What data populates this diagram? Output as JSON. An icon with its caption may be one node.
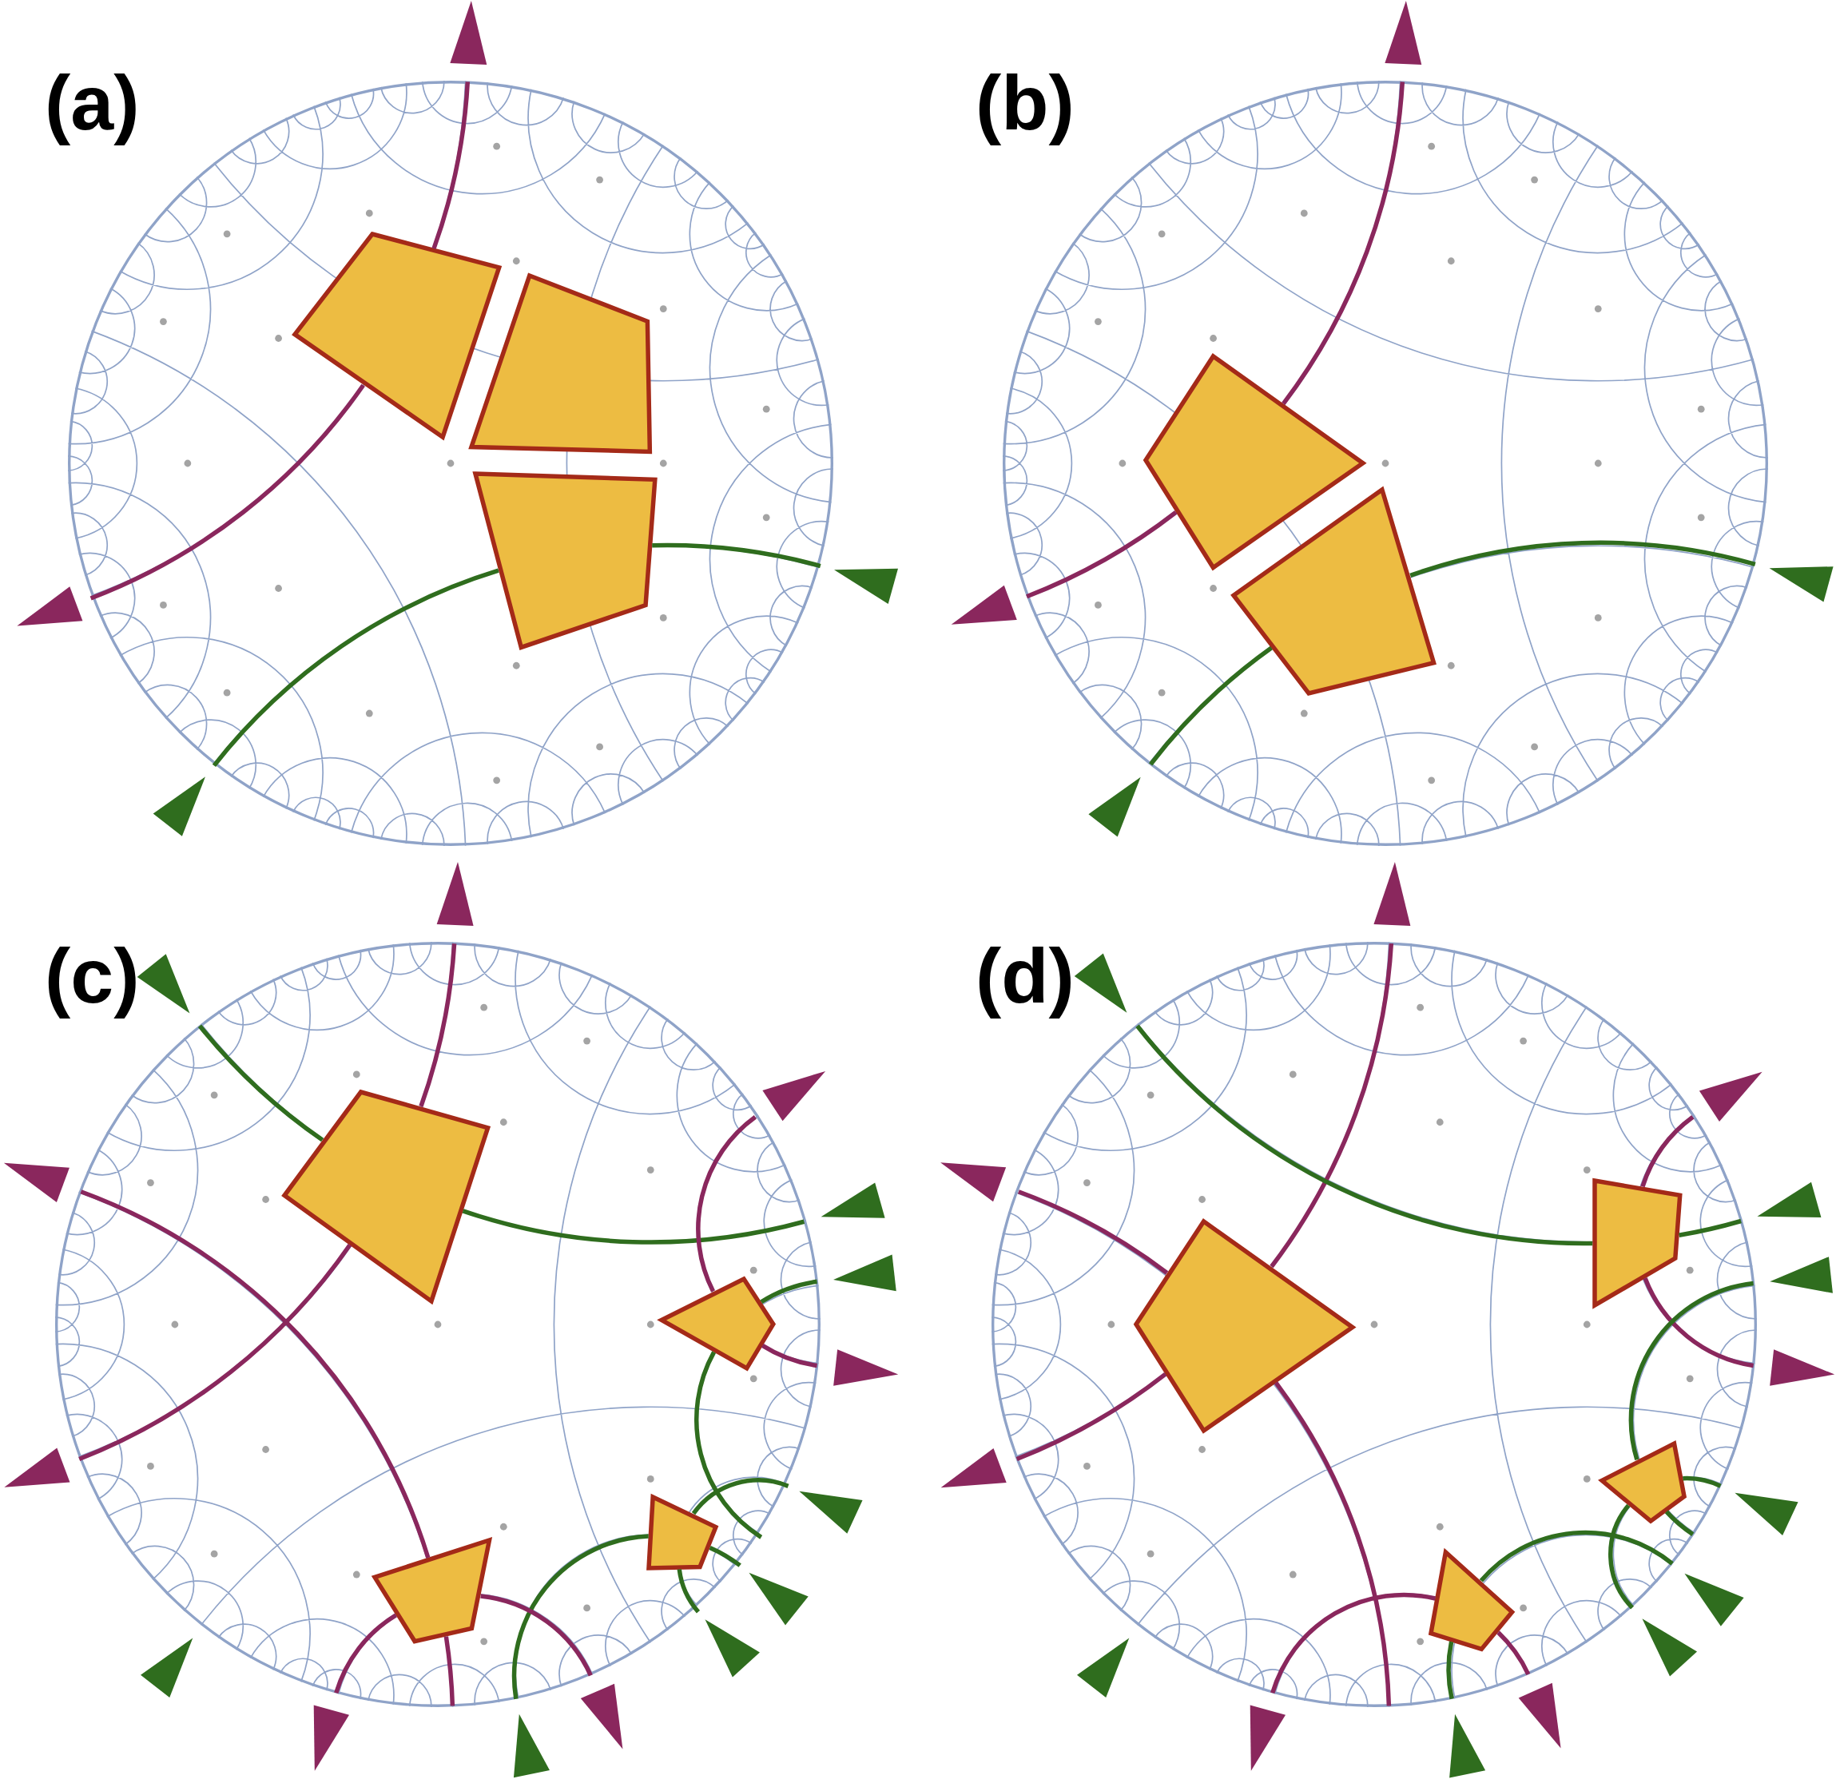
{
  "diagram": {
    "nodes": [
      {
        "text": [
          "(a)"
        ]
      },
      {
        "text": [],
        "shape": "quadrilateral",
        "in": 0
      },
      {
        "text": [],
        "shape": "quadrilateral",
        "in": 0
      },
      {
        "text": [],
        "shape": "quadrilateral",
        "in": 0
      },
      {
        "text": [
          "(b)"
        ]
      },
      {
        "text": [],
        "shape": "quadrilateral",
        "in": 4
      },
      {
        "text": [],
        "shape": "quadrilateral",
        "in": 4
      },
      {
        "text": [
          "(c)"
        ]
      },
      {
        "text": [],
        "shape": "quadrilateral",
        "in": 7
      },
      {
        "text": [],
        "shape": "quadrilateral",
        "in": 7
      },
      {
        "text": [],
        "shape": "quadrilateral",
        "in": 7
      },
      {
        "text": [],
        "shape": "quadrilateral",
        "in": 7
      },
      {
        "text": [
          "(d)"
        ]
      },
      {
        "text": [],
        "shape": "quadrilateral",
        "in": 12
      },
      {
        "text": [],
        "shape": "quadrilateral",
        "in": 12
      },
      {
        "text": [],
        "shape": "quadrilateral",
        "in": 12
      },
      {
        "text": [],
        "shape": "quadrilateral",
        "in": 12
      }
    ],
    "edges": [
      {
        "from": 1,
        "to": null,
        "arrow": "to",
        "color": "#8a275d"
      },
      {
        "from": 1,
        "to": null,
        "arrow": "to",
        "color": "#8a275d"
      },
      {
        "from": 3,
        "to": null,
        "arrow": "to",
        "color": "#2f6d1e"
      },
      {
        "from": 3,
        "to": null,
        "arrow": "to",
        "color": "#2f6d1e"
      },
      {
        "from": 5,
        "to": null,
        "arrow": "to",
        "color": "#8a275d"
      },
      {
        "from": 5,
        "to": null,
        "arrow": "to",
        "color": "#8a275d"
      },
      {
        "from": 6,
        "to": null,
        "arrow": "to",
        "color": "#2f6d1e"
      },
      {
        "from": 6,
        "to": null,
        "arrow": "to",
        "color": "#2f6d1e"
      },
      {
        "from": 8,
        "to": null,
        "arrow": "to",
        "color": "#8a275d"
      },
      {
        "from": 8,
        "to": null,
        "arrow": "to",
        "color": "#8a275d"
      },
      {
        "from": 8,
        "to": null,
        "arrow": "to",
        "color": "#2f6d1e"
      },
      {
        "from": 8,
        "to": null,
        "arrow": "to",
        "color": "#2f6d1e"
      },
      {
        "from": 9,
        "to": null,
        "arrow": "to",
        "color": "#8a275d"
      },
      {
        "from": 9,
        "to": null,
        "arrow": "to",
        "color": "#8a275d"
      },
      {
        "from": 9,
        "to": null,
        "arrow": "to",
        "color": "#2f6d1e"
      },
      {
        "from": 9,
        "to": null,
        "arrow": "none",
        "color": "#2f6d1e"
      },
      {
        "from": 10,
        "to": null,
        "arrow": "to",
        "color": "#2f6d1e"
      },
      {
        "from": 10,
        "to": null,
        "arrow": "to",
        "color": "#2f6d1e"
      },
      {
        "from": 10,
        "to": null,
        "arrow": "to",
        "color": "#2f6d1e"
      },
      {
        "from": 10,
        "to": null,
        "arrow": "to",
        "color": "#2f6d1e"
      },
      {
        "from": 11,
        "to": null,
        "arrow": "to",
        "color": "#8a275d"
      },
      {
        "from": 11,
        "to": null,
        "arrow": "none",
        "color": "#8a275d"
      },
      {
        "from": 11,
        "to": null,
        "arrow": "to",
        "color": "#8a275d"
      },
      {
        "from": 11,
        "to": null,
        "arrow": "to",
        "color": "#8a275d"
      },
      {
        "from": 13,
        "to": null,
        "arrow": "to",
        "color": "#8a275d"
      },
      {
        "from": 13,
        "to": null,
        "arrow": "to",
        "color": "#8a275d"
      },
      {
        "from": 13,
        "to": null,
        "arrow": "to",
        "color": "#8a275d"
      },
      {
        "from": 13,
        "to": null,
        "arrow": "none",
        "color": "#8a275d"
      },
      {
        "from": 14,
        "to": null,
        "arrow": "to",
        "color": "#2f6d1e"
      },
      {
        "from": 14,
        "to": null,
        "arrow": "to",
        "color": "#2f6d1e"
      },
      {
        "from": 14,
        "to": null,
        "arrow": "to",
        "color": "#8a275d"
      },
      {
        "from": 14,
        "to": null,
        "arrow": "to",
        "color": "#8a275d"
      },
      {
        "from": 15,
        "to": null,
        "arrow": "to",
        "color": "#2f6d1e"
      },
      {
        "from": 15,
        "to": null,
        "arrow": "to",
        "color": "#2f6d1e"
      },
      {
        "from": 15,
        "to": null,
        "arrow": "to",
        "color": "#2f6d1e"
      },
      {
        "from": 15,
        "to": null,
        "arrow": "none",
        "color": "#2f6d1e"
      },
      {
        "from": 16,
        "to": null,
        "arrow": "to",
        "color": "#8a275d"
      },
      {
        "from": 16,
        "to": null,
        "arrow": "to",
        "color": "#8a275d"
      },
      {
        "from": 16,
        "to": null,
        "arrow": "to",
        "color": "#2f6d1e"
      },
      {
        "from": 16,
        "to": null,
        "arrow": "to",
        "color": "#2f6d1e"
      }
    ]
  }
}
